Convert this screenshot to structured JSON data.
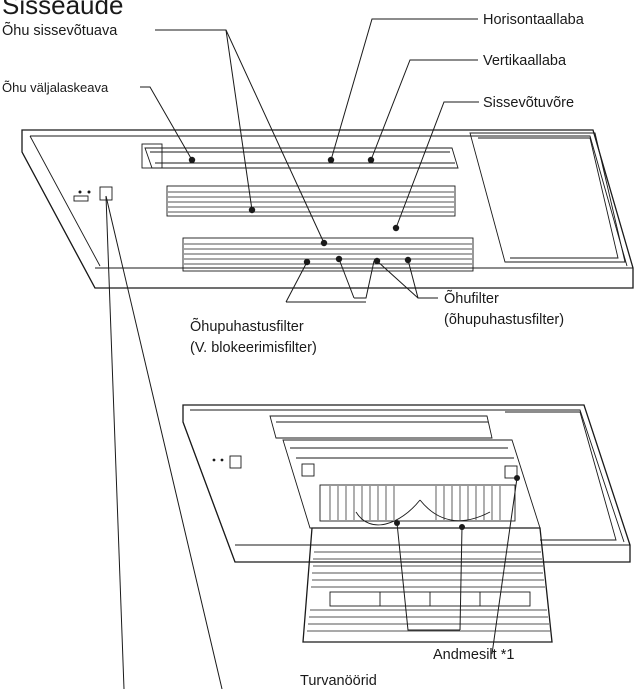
{
  "heading": "Sisseaude",
  "labels": {
    "horisontaallaba": "Horisontaallaba",
    "ohu_sissevotuava": "Õhu sissevõtuava",
    "vertikaallaba": "Vertikaallaba",
    "ohu_valjalaskeava": "Õhu väljalaskeava",
    "sissevotuvore": "Sissevõtuvõre",
    "ohufilter_line1": "Õhufilter",
    "ohufilter_line2": "(õhupuhastusfilter)",
    "ohupuhastusfilter_line1": "Õhupuhastusfilter",
    "ohupuhastusfilter_line2": "(V. blokeerimisfilter)",
    "andmesilt": "Andmesilt *1",
    "turvanoorid": "Turvanöörid"
  }
}
